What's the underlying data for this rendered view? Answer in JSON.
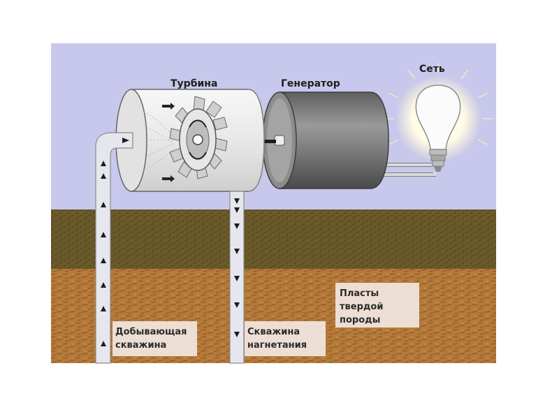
{
  "labels": {
    "turbine": "Турбина",
    "generator": "Генератор",
    "grid": "Сеть",
    "rock_line1": "Пласты",
    "rock_line2": "твердой",
    "rock_line3": "породы",
    "production_line1": "Добывающая",
    "production_line2": "скважина",
    "injection_line1": "Скважина",
    "injection_line2": "нагнетания"
  },
  "colors": {
    "sky": "#c8c8ec",
    "topsoil": "#6b5a2a",
    "rock": "#b57a3a",
    "pipe": "#e4e4ec",
    "generator_body": "#8a8a8a",
    "label_box": "#f2e7e2"
  },
  "icons": [
    "turbine-wheel-icon",
    "light-bulb-icon",
    "flow-arrow-icon"
  ]
}
